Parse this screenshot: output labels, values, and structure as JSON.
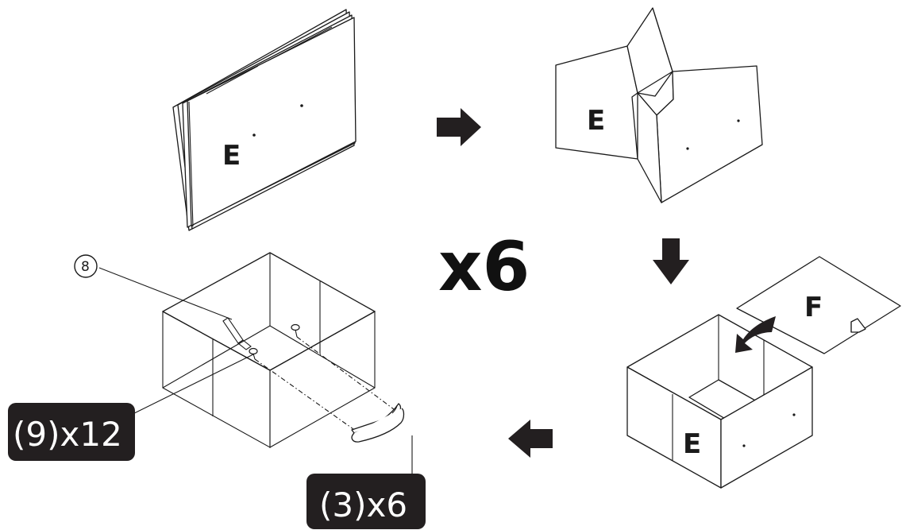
{
  "panels": {
    "step1_label": "E",
    "step2_label": "E",
    "step3_box_label": "E",
    "step3_lid_label": "F"
  },
  "multiplier": "x6",
  "callouts": {
    "part_8": "8",
    "qty_screws": "(9)x12",
    "qty_handle": "(3)x6"
  },
  "colors": {
    "ink": "#1a1a1a",
    "badge_fill": "#231f20"
  }
}
